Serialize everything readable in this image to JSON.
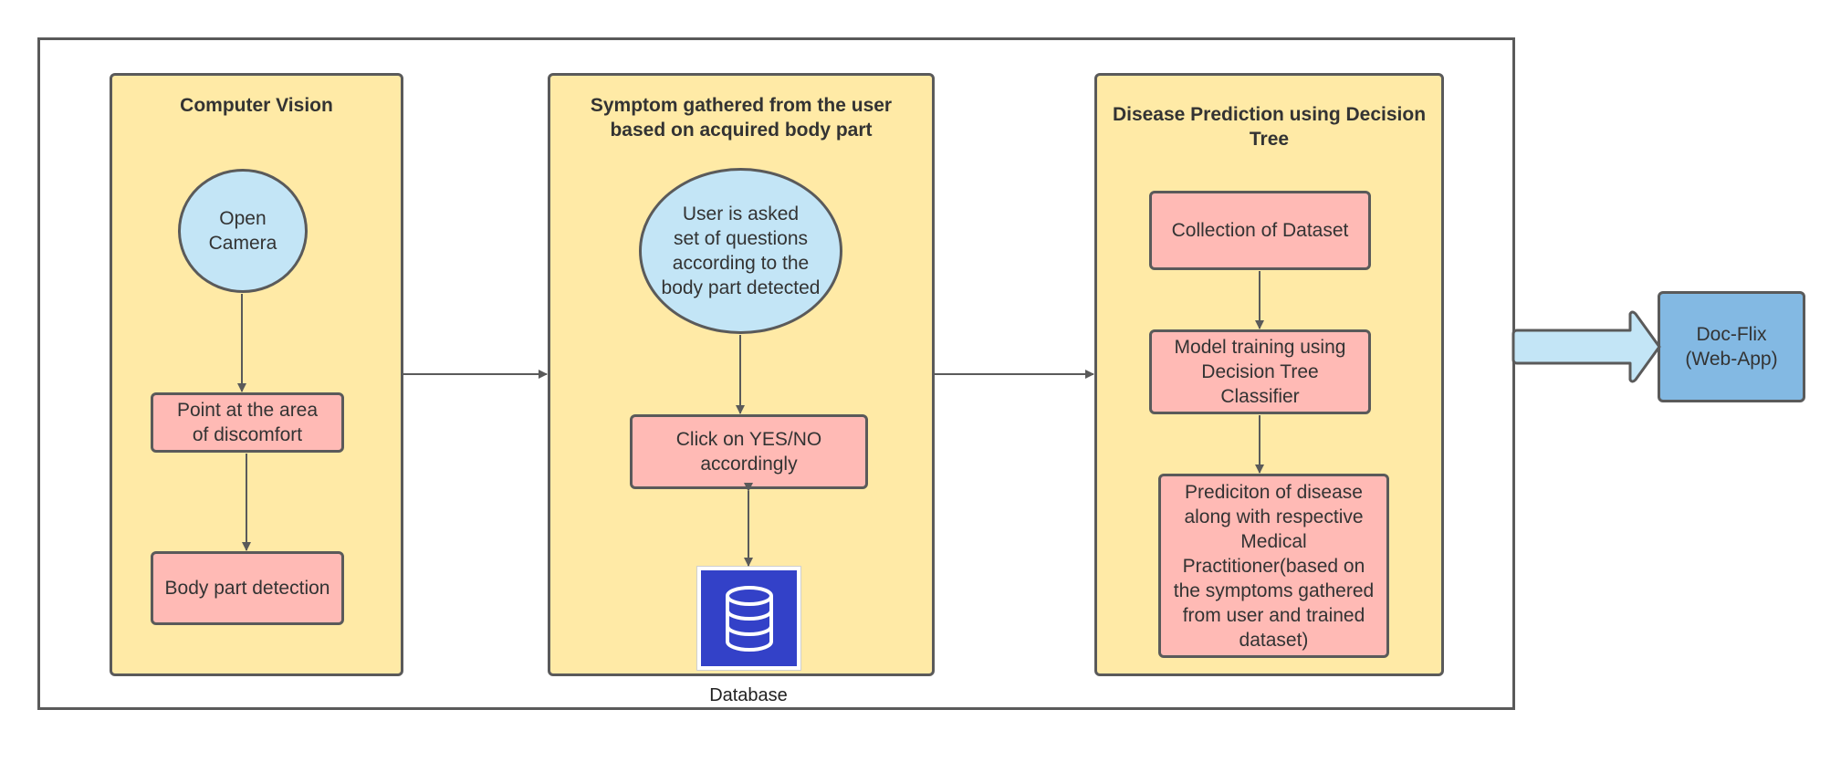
{
  "panels": {
    "vision": {
      "title": "Computer Vision",
      "open_camera": "Open\nCamera",
      "point_area": "Point at the area\nof discomfort",
      "body_detection": "Body part detection"
    },
    "symptom": {
      "title": "Symptom gathered from the user\nbased on acquired body part",
      "questions": "User is asked\nset of questions\naccording to the\nbody part detected",
      "click_yes_no": "Click on YES/NO\naccordingly",
      "database_label": "Database"
    },
    "prediction": {
      "title": "Disease Prediction using Decision\nTree",
      "collection": "Collection of Dataset",
      "training": "Model training using\nDecision Tree\nClassifier",
      "prediction": "Prediciton of disease\nalong with respective\nMedical\nPractitioner(based on\nthe symptoms gathered\nfrom user and trained\ndataset)"
    }
  },
  "output": {
    "label": "Doc-Flix\n(Web-App)"
  },
  "colors": {
    "panel_fill": "#ffeaa6",
    "process_fill": "#ffbab5",
    "oval_fill": "#c3e5f6",
    "database_fill": "#3341c8",
    "output_fill": "#83b9e3",
    "big_arrow_fill": "#c3e5f6",
    "stroke": "#5a5a5a"
  },
  "icons": {
    "database": "database-icon",
    "big_arrow": "block-arrow-right-icon"
  }
}
